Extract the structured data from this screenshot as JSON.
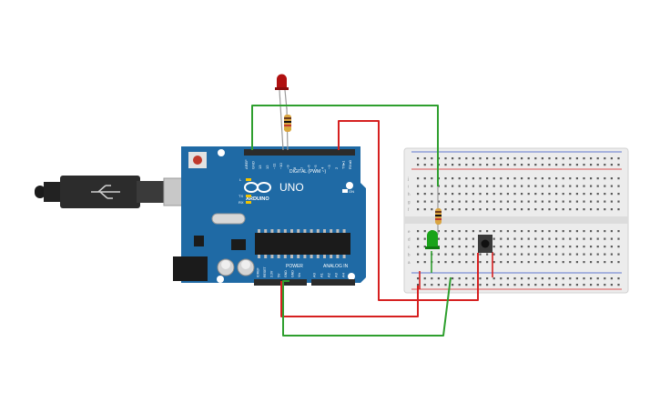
{
  "canvas": {
    "background": "#ffffff"
  },
  "board": {
    "logo_text": "ARDUINO",
    "model_text": "UNO",
    "digital_label": "DIGITAL (PWM ~)",
    "power_label": "POWER",
    "analog_label": "ANALOG IN",
    "on_label": "ON",
    "l_label": "L",
    "tx_label": "TX",
    "rx_label": "RX",
    "top_pins": [
      "AREF",
      "GND",
      "13",
      "12",
      "~11",
      "~10",
      "~9",
      "8",
      "7",
      "~6",
      "~5",
      "4",
      "~3",
      "2",
      "TX▸1",
      "RX◂0"
    ],
    "power_pins": [
      "IOREF",
      "RESET",
      "3.3V",
      "5V",
      "GND",
      "GND",
      "Vin"
    ],
    "analog_pins": [
      "A0",
      "A1",
      "A2",
      "A3",
      "A4",
      "A5"
    ],
    "color": "#1f6aa5"
  },
  "breadboard": {
    "row_letters_top": [
      "j",
      "i",
      "h",
      "g",
      "f"
    ],
    "row_letters_bottom": [
      "e",
      "d",
      "c",
      "b",
      "a"
    ],
    "columns": 30
  },
  "wires": {
    "red": "#d62020",
    "green": "#2e9f2e"
  },
  "components": {
    "red_led": "#b01010",
    "green_led": "#1aa31a",
    "resistor": "#d9a441"
  }
}
